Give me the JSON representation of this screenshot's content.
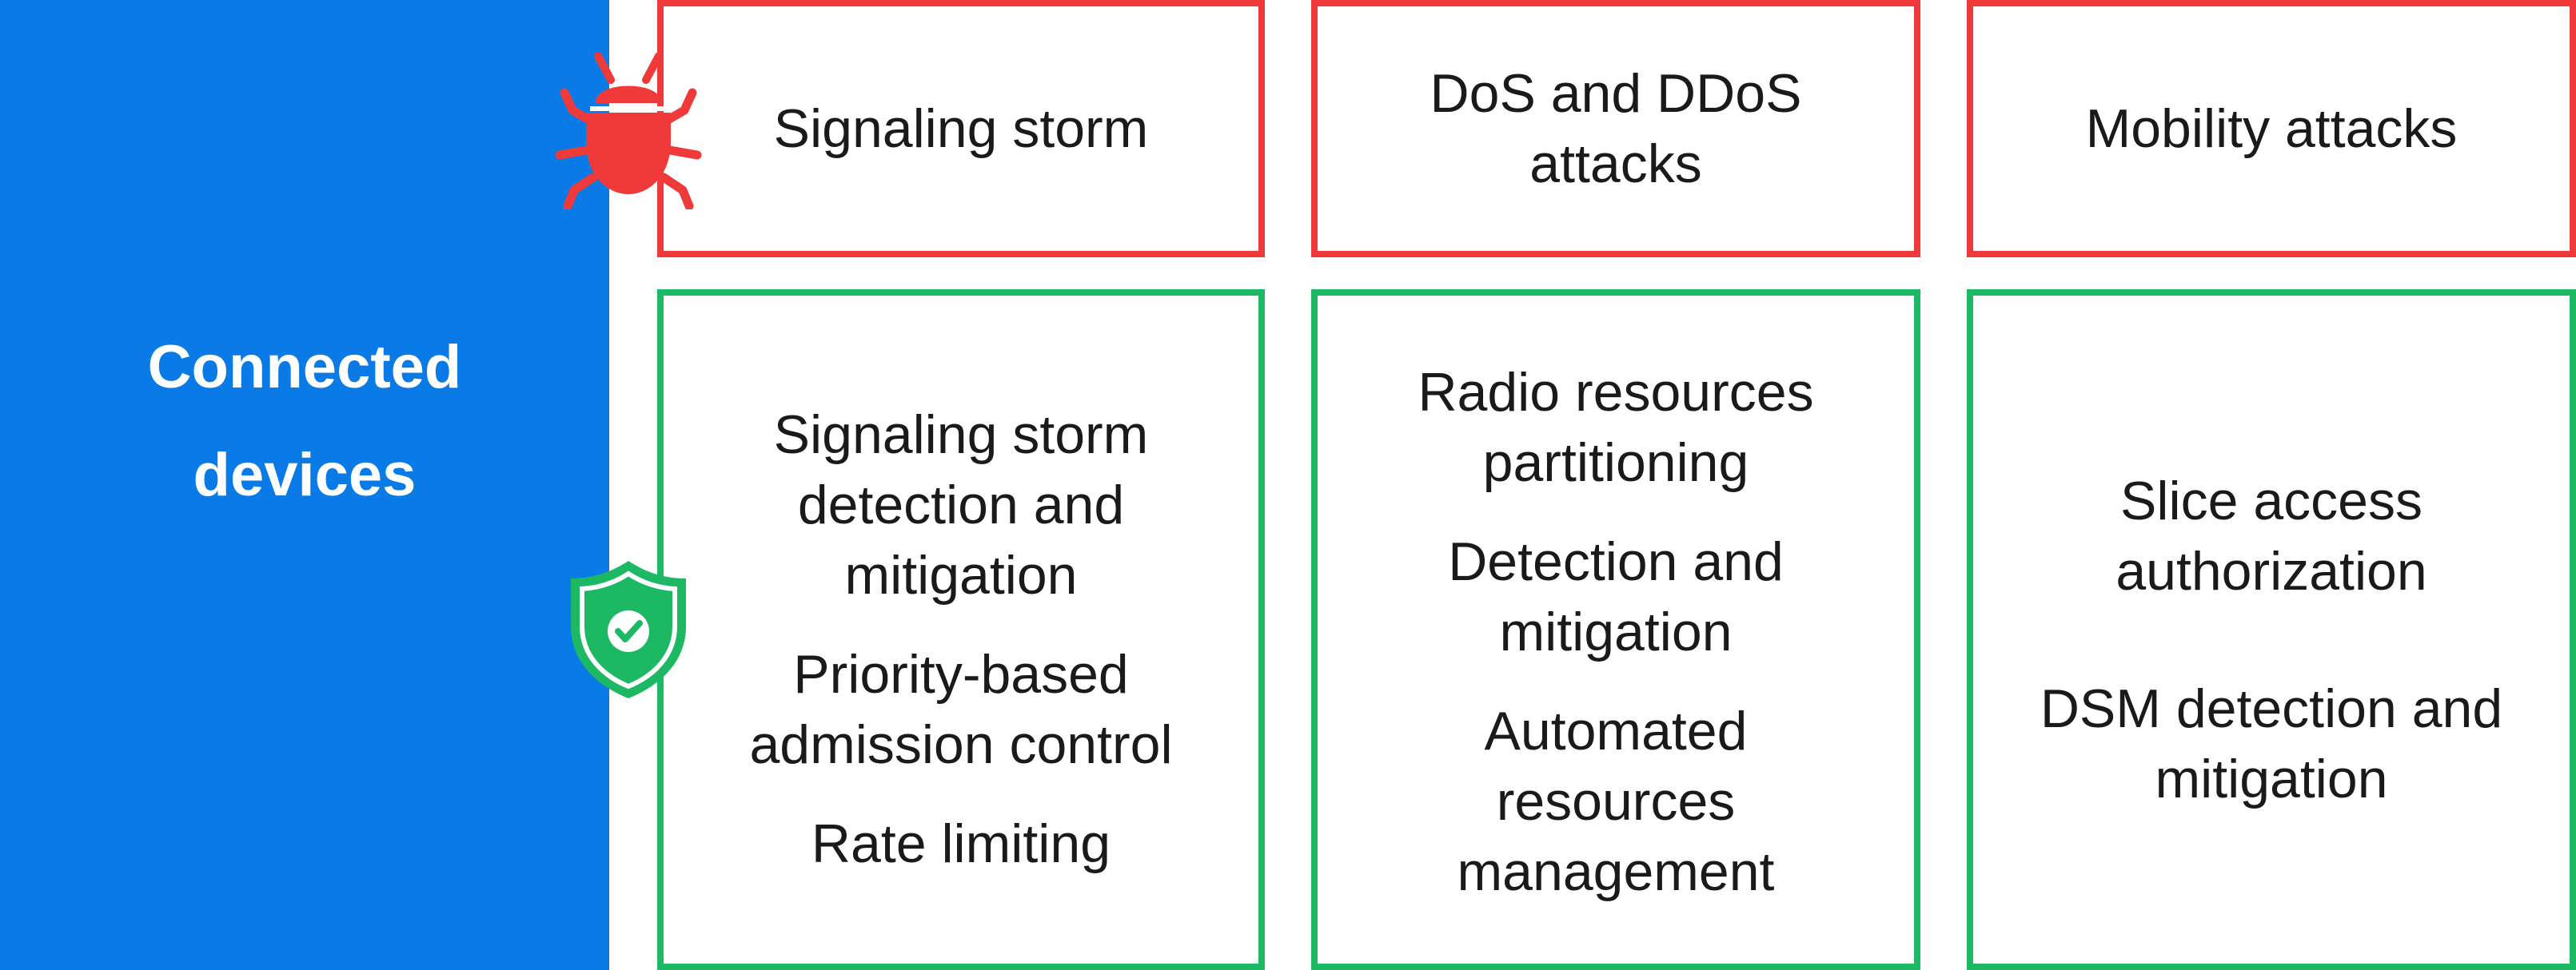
{
  "colors": {
    "panel_blue": "#0a7be6",
    "threat_red": "#f03a3a",
    "defense_green": "#1db864"
  },
  "devices": {
    "title_line1": "Connected",
    "title_line2": "devices"
  },
  "icons": {
    "threat": "bug-icon",
    "defense": "shield-check-icon"
  },
  "threats": [
    {
      "lines": [
        "Signaling storm"
      ]
    },
    {
      "lines": [
        "DoS and DDoS",
        "attacks"
      ]
    },
    {
      "lines": [
        "Mobility attacks"
      ]
    }
  ],
  "defenses": [
    {
      "items": [
        {
          "lines": [
            "Signaling storm",
            "detection and",
            "mitigation"
          ]
        },
        {
          "lines": [
            "Priority-based",
            "admission control"
          ]
        },
        {
          "lines": [
            "Rate limiting"
          ]
        }
      ]
    },
    {
      "items": [
        {
          "lines": [
            "Radio resources",
            "partitioning"
          ]
        },
        {
          "lines": [
            "Detection and",
            "mitigation"
          ]
        },
        {
          "lines": [
            "Automated",
            "resources",
            "management"
          ]
        }
      ]
    },
    {
      "items": [
        {
          "lines": [
            "Slice access",
            "authorization"
          ]
        },
        {
          "lines": [
            "DSM detection and",
            "mitigation"
          ]
        }
      ]
    }
  ]
}
